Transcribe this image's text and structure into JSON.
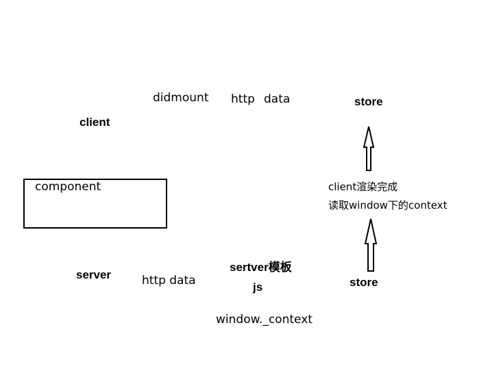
{
  "labels": {
    "didmount": "didmount",
    "http_top": "http",
    "data_top": "data",
    "store_top": "store",
    "client": "client",
    "component": "component",
    "client_render_line1": "client渲染完成",
    "client_render_line2": "读取window下的context",
    "server": "server",
    "http_data_bottom": "http data",
    "sertver_template": "sertver模板",
    "js": "js",
    "store_bottom": "store",
    "window_context": "window._context"
  }
}
